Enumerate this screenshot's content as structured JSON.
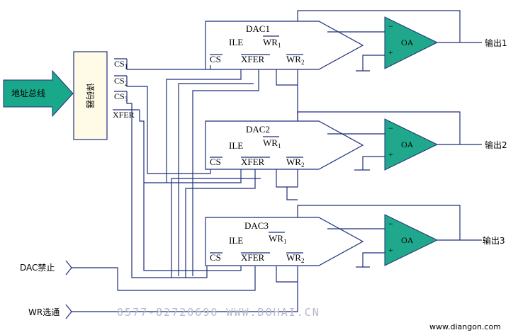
{
  "bus": {
    "label": "地址总线",
    "color": "#1aa88a"
  },
  "decoder": {
    "label": "译码器",
    "outputs": [
      "CS",
      "CS",
      "CS",
      "XFER"
    ],
    "subs": [
      "1",
      "2",
      "3",
      ""
    ]
  },
  "dacs": [
    {
      "name": "DAC1",
      "output": "输出1"
    },
    {
      "name": "DAC2",
      "output": "输出2"
    },
    {
      "name": "DAC3",
      "output": "输出3"
    }
  ],
  "pins": {
    "ile": "ILE",
    "wr": "WR",
    "wr1_sub": "1",
    "wr2_sub": "2",
    "cs": "CS",
    "xfer": "XFER"
  },
  "opamp": {
    "label": "OA",
    "minus": "−",
    "plus": "+",
    "color": "#1fa88b"
  },
  "inputs": {
    "dac_disable": "DAC禁止",
    "wr_strobe": "WR选通"
  },
  "watermark": "0577-82720690   WWW.DOHAI.CN",
  "site": "www.diangon.com"
}
